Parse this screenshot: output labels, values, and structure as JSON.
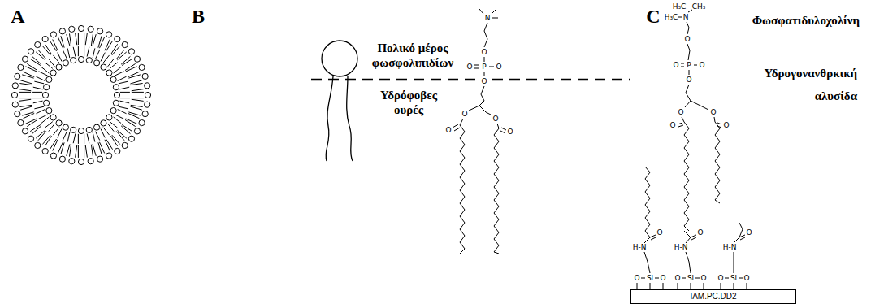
{
  "diagram": {
    "nodes": [
      {
        "text": [
          "IAM.PC.DD2"
        ]
      }
    ],
    "labels": [
      "A",
      "B",
      "C",
      "Πολικό μέρος φωσφολιπιδίων",
      "Υδρόφοβες ουρές",
      "Φωσφατιδυλοχολίνη",
      "Υδρογονανθρκική αλυσίδα",
      "N",
      "O",
      "P",
      "O",
      "O",
      "O",
      "O",
      "O",
      "O",
      "O",
      "H₃C",
      "CH₃",
      "H₃C",
      "N",
      "O",
      "P",
      "O",
      "O",
      "O",
      "O",
      "O",
      "O",
      "O",
      "H-N",
      "O",
      "H-N",
      "O",
      "H-N",
      "O",
      "O",
      "Si",
      "O",
      "O",
      "Si",
      "O",
      "O",
      "Si",
      "O"
    ]
  }
}
